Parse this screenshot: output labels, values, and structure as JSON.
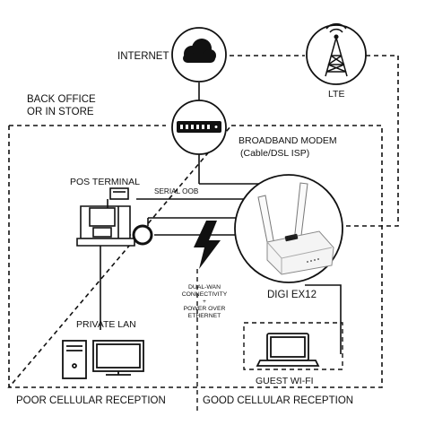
{
  "diagram": {
    "labels": {
      "internet": "INTERNET",
      "lte": "LTE",
      "back_office_line1": "BACK OFFICE",
      "back_office_line2": "OR IN STORE",
      "modem_line1": "BROADBAND MODEM",
      "modem_line2": "(Cable/DSL ISP)",
      "pos_terminal": "POS TERMINAL",
      "serial_oob": "SERIAL OOB",
      "dual_wan_line1": "DUAL-WAN",
      "dual_wan_line2": "CONNECTIVITY",
      "dual_wan_line3": "+",
      "dual_wan_line4": "POWER OVER",
      "dual_wan_line5": "ETHERNET",
      "router_name": "DIGI EX12",
      "router_brand": "DIGI",
      "private_lan": "PRIVATE LAN",
      "guest_wifi": "GUEST WI-FI",
      "poor_reception": "POOR CELLULAR RECEPTION",
      "good_reception": "GOOD CELLULAR RECEPTION"
    },
    "colors": {
      "line": "#111111",
      "router_body": "#f4f4f4",
      "antenna": "#fafafa",
      "bolt": "#111111"
    }
  }
}
